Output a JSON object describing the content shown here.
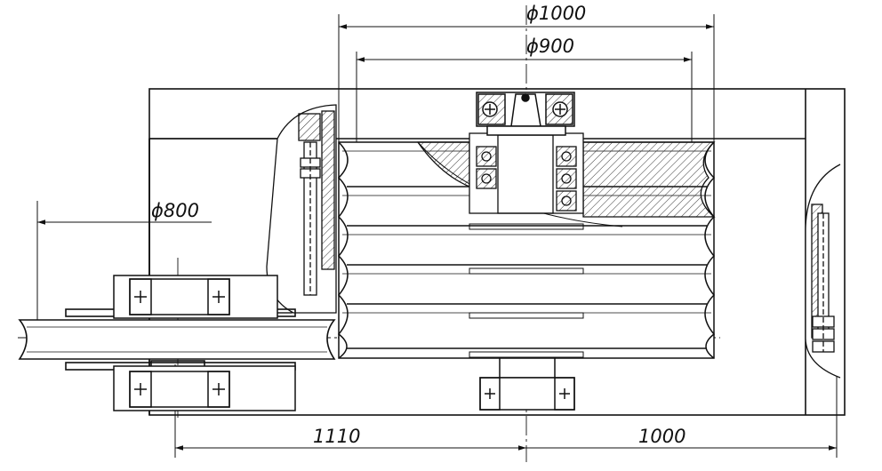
{
  "dimensions": {
    "outer_diameter": "ϕ1000",
    "inner_diameter": "ϕ900",
    "left_pulley_diameter": "ϕ800",
    "left_span": "1110",
    "right_span": "1000"
  },
  "colors": {
    "line": "#111111",
    "paper": "#ffffff",
    "hatch": "#333333"
  }
}
